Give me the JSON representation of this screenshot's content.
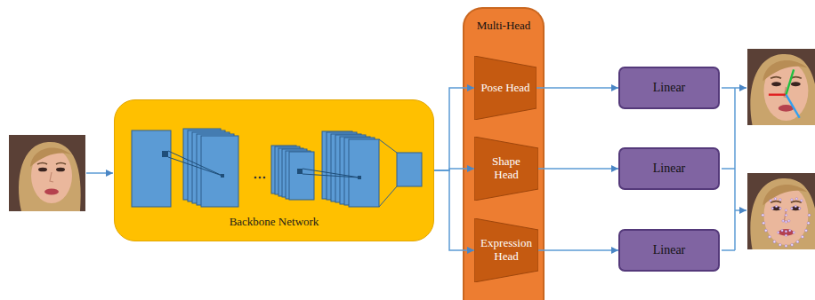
{
  "diagram": {
    "nodes": [
      {
        "text": [
          "Backbone Network"
        ]
      },
      {
        "text": [
          "Multi-Head"
        ]
      },
      {
        "text": [
          "Pose Head"
        ],
        "in": 1
      },
      {
        "text": [
          "Shape Head"
        ],
        "in": 1
      },
      {
        "text": [
          "Expression Head"
        ],
        "in": 1
      },
      {
        "text": [
          "Linear"
        ]
      },
      {
        "text": [
          "Linear"
        ]
      },
      {
        "text": [
          "Linear"
        ]
      }
    ],
    "edges": [
      {
        "from": 0,
        "to": 2,
        "arrow": "to"
      },
      {
        "from": 0,
        "to": 3,
        "arrow": "to"
      },
      {
        "from": 0,
        "to": 4,
        "arrow": "to"
      },
      {
        "from": 2,
        "to": 5,
        "arrow": "to"
      },
      {
        "from": 3,
        "to": 6,
        "arrow": "to"
      },
      {
        "from": 4,
        "to": 7,
        "arrow": "to"
      }
    ]
  }
}
